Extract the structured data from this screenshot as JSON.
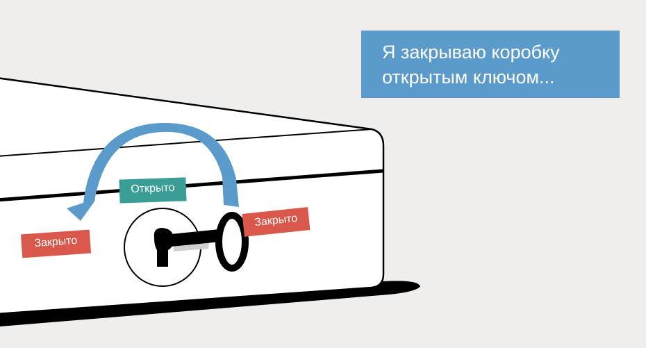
{
  "caption": {
    "line1": "Я закрываю коробку",
    "line2": "открытым ключом..."
  },
  "labels": {
    "open": "Открыто",
    "closed_left": "Закрыто",
    "closed_right": "Закрыто"
  },
  "colors": {
    "background": "#efeeec",
    "caption_bg": "#5b9bcb",
    "open_label": "#3a9e96",
    "closed_label": "#d9584b",
    "arrow": "#5b9bcb",
    "box": "#ffffff",
    "outline": "#000000"
  }
}
